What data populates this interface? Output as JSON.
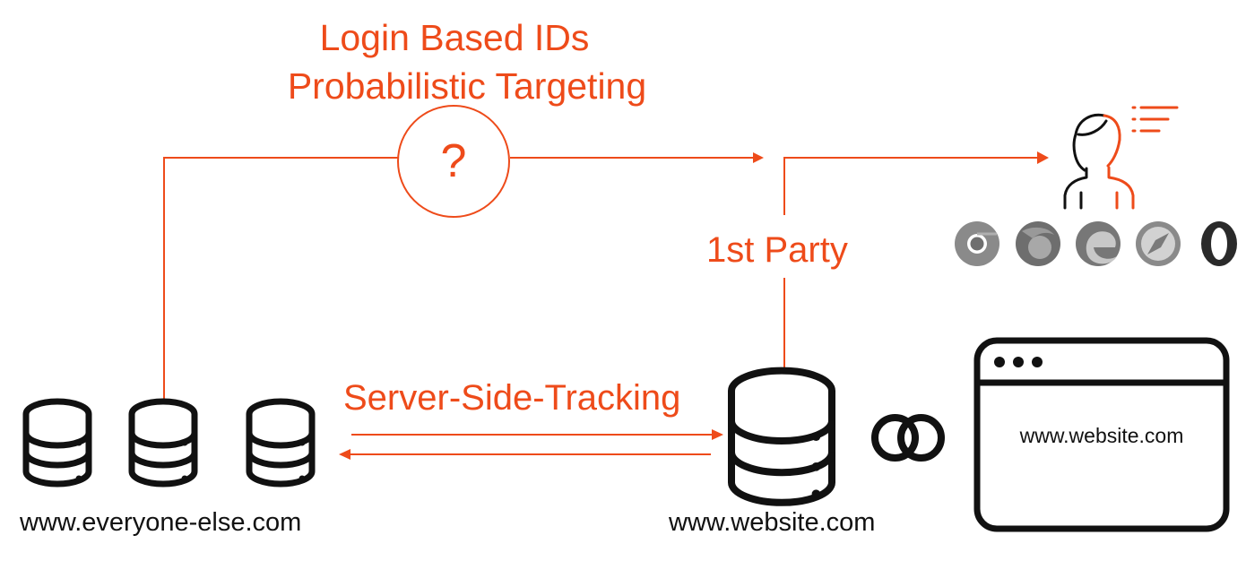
{
  "title": {
    "line1": "Login Based IDs",
    "line2": "Probabilistic Targeting"
  },
  "question_mark": "?",
  "first_party_label": "1st Party",
  "server_side_label": "Server-Side-Tracking",
  "domains": {
    "everyone_else": "www.everyone-else.com",
    "website": "www.website.com",
    "browser_window": "www.website.com"
  },
  "browsers": [
    "chrome-icon",
    "firefox-icon",
    "edge-icon",
    "safari-icon",
    "opera-icon"
  ],
  "colors": {
    "accent": "#EE4B1A",
    "ink": "#111111",
    "browser_gray": "#8A8A8A"
  }
}
